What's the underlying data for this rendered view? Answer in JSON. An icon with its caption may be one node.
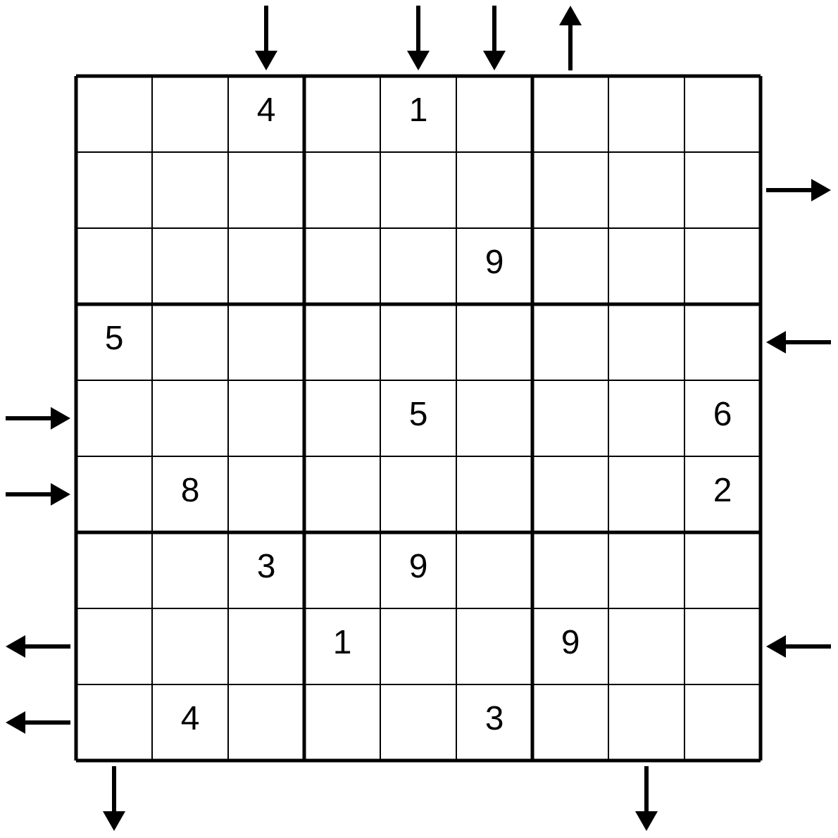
{
  "diagram": {
    "labels": [
      "4",
      "1",
      "9",
      "5",
      "5",
      "6",
      "8",
      "2",
      "3",
      "9",
      "1",
      "9",
      "4",
      "3"
    ]
  }
}
